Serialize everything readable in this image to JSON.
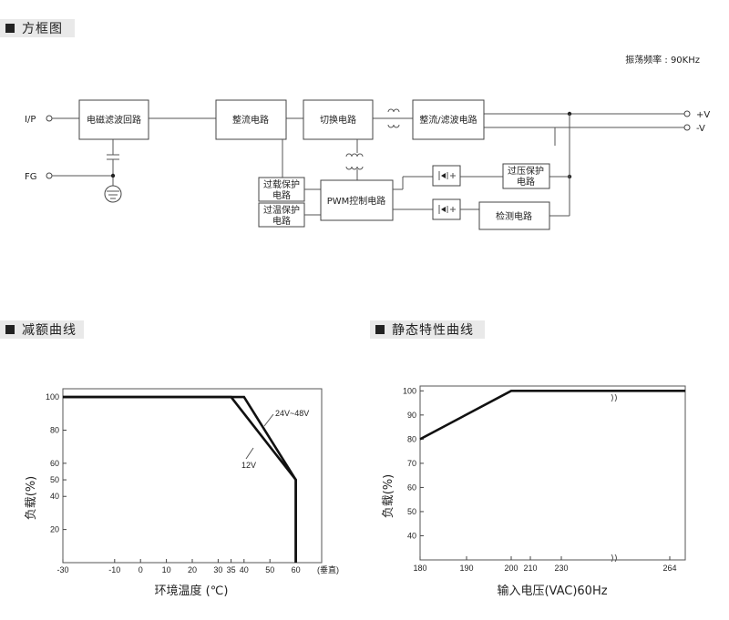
{
  "sections": {
    "block_diagram": "方框图",
    "derating": "减额曲线",
    "static": "静态特性曲线"
  },
  "block": {
    "freq_label": "振荡频率 : 90KHz",
    "input_label": "I/P",
    "fg_label": "FG",
    "out_pos": "+V",
    "out_neg": "-V",
    "emi_filter": "电磁滤波回路",
    "rectifier": "整流电路",
    "switching": "切换电路",
    "rect_filter": "整流/滤波电路",
    "overload_l1": "过载保护",
    "overload_l2": "电路",
    "overtemp_l1": "过温保护",
    "overtemp_l2": "电路",
    "pwm": "PWM控制电路",
    "ovp_l1": "过压保护",
    "ovp_l2": "电路",
    "detect": "检测电路"
  },
  "chart_data": [
    {
      "type": "line",
      "title": "减额曲线",
      "xlabel": "环境温度 (℃)",
      "ylabel": "负载(%)",
      "x_unit_note": "(垂直)",
      "x_ticks": [
        -30,
        -10,
        0,
        10,
        20,
        30,
        35,
        40,
        50,
        60
      ],
      "y_ticks": [
        100,
        80,
        60,
        50,
        40,
        20
      ],
      "xlim": [
        -30,
        70
      ],
      "ylim": [
        0,
        105
      ],
      "series": [
        {
          "name": "24V~48V",
          "x": [
            -30,
            40,
            60,
            60
          ],
          "y": [
            100,
            100,
            50,
            0
          ]
        },
        {
          "name": "12V",
          "x": [
            -30,
            35,
            60,
            60
          ],
          "y": [
            100,
            100,
            50,
            0
          ]
        }
      ]
    },
    {
      "type": "line",
      "title": "静态特性曲线",
      "xlabel": "输入电压(VAC)60Hz",
      "ylabel": "负载(%)",
      "x_ticks": [
        "180",
        "190",
        "200",
        "210",
        "230",
        "264"
      ],
      "y_ticks": [
        100,
        90,
        80,
        70,
        60,
        50,
        40
      ],
      "ylim": [
        30,
        102
      ],
      "series": [
        {
          "x": [
            180,
            200,
            264
          ],
          "y": [
            80,
            100,
            100
          ]
        }
      ]
    }
  ]
}
